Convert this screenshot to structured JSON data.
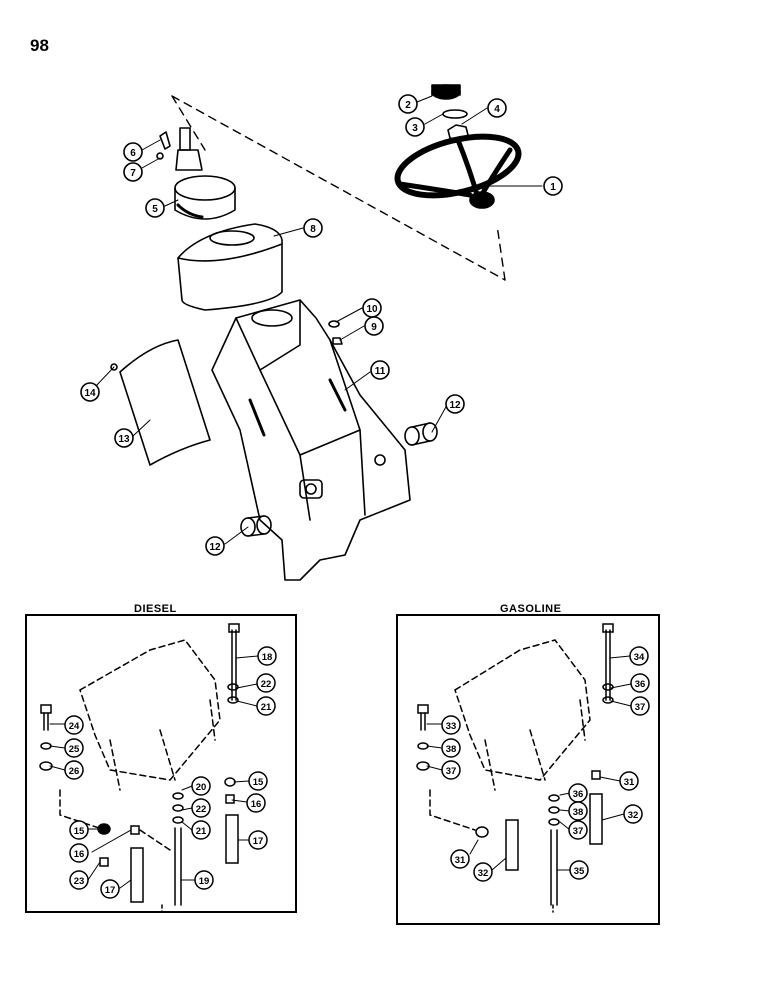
{
  "page": {
    "number": "98"
  },
  "panels": [
    {
      "id": "diesel",
      "label": "DIESEL"
    },
    {
      "id": "gasoline",
      "label": "GASOLINE"
    }
  ],
  "main_callouts": [
    "1",
    "2",
    "3",
    "4",
    "5",
    "6",
    "7",
    "8",
    "9",
    "10",
    "11",
    "12",
    "13",
    "14",
    "12"
  ],
  "diesel_callouts": [
    "18",
    "22",
    "21",
    "24",
    "25",
    "26",
    "20",
    "22",
    "21",
    "15",
    "16",
    "15",
    "16",
    "17",
    "23",
    "17",
    "19"
  ],
  "gasoline_callouts": [
    "34",
    "36",
    "37",
    "33",
    "38",
    "37",
    "31",
    "36",
    "38",
    "37",
    "32",
    "31",
    "32",
    "35"
  ],
  "colors": {
    "ink": "#000000",
    "paper": "#ffffff"
  }
}
